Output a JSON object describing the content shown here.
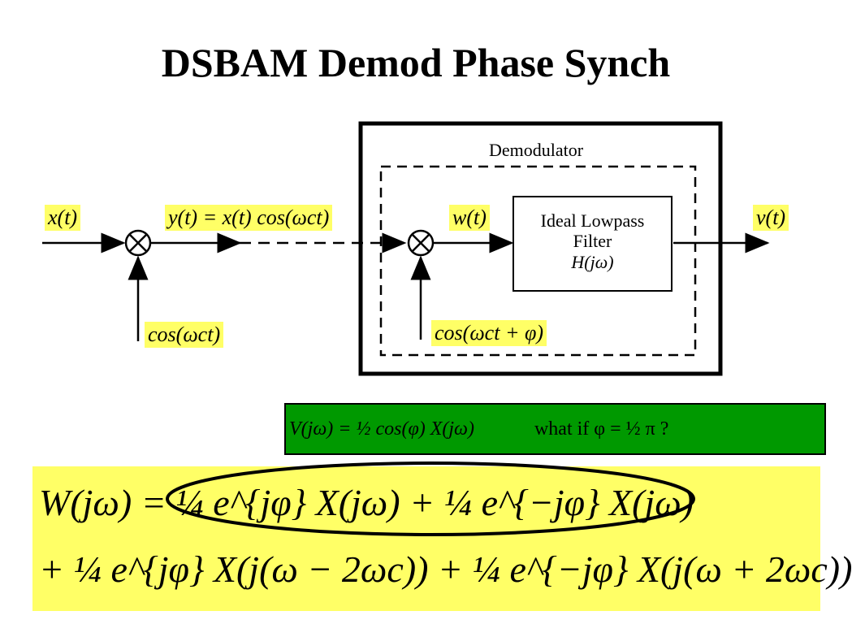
{
  "title": "DSBAM Demod Phase Synch",
  "diagram": {
    "demodulator_label": "Demodulator",
    "filter": {
      "line1": "Ideal Lowpass",
      "line2": "Filter",
      "line3": "H(jω)"
    },
    "signals": {
      "x": "x(t)",
      "y": "y(t) = x(t) cos(ωct)",
      "w": "w(t)",
      "v": "v(t)",
      "carrier_tx": "cos(ωct)",
      "carrier_rx": "cos(ωct + φ)"
    }
  },
  "equation_box": {
    "v_expression": "V(jω) = ½ cos(φ) X(jω)",
    "question": "what if φ = ½ π ?"
  },
  "w_equation": {
    "line1": "W(jω) = ¼ e^{jφ} X(jω) + ¼ e^{−jφ} X(jω)",
    "line2": "+ ¼ e^{jφ} X(j(ω − 2ωc)) + ¼ e^{−jφ} X(j(ω + 2ωc))"
  },
  "colors": {
    "highlight": "#ffff66",
    "equation_box": "#009900",
    "ink": "#000000"
  }
}
